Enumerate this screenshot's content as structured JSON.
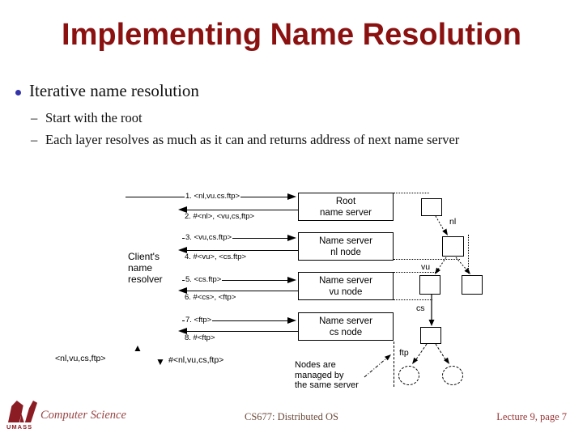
{
  "slide": {
    "title": "Implementing Name Resolution",
    "bullet": {
      "text": "Iterative name resolution"
    },
    "sub_bullets": [
      {
        "marker": "–",
        "text": "Start with the root"
      },
      {
        "marker": "–",
        "text": "Each layer resolves as much as it can and returns address of next name server"
      }
    ]
  },
  "diagram": {
    "client_label_lines": [
      "Client's",
      "name",
      "resolver"
    ],
    "messages": [
      {
        "label": "1. <nl,vu.cs.ftp>",
        "direction": "right"
      },
      {
        "label": "2. #<nl>, <vu,cs,ftp>",
        "direction": "left"
      },
      {
        "label": "3. <vu,cs.ftp>",
        "direction": "right"
      },
      {
        "label": "4. #<vu>, <cs.ftp>",
        "direction": "left"
      },
      {
        "label": "5. <cs.ftp>",
        "direction": "right"
      },
      {
        "label": "6. #<cs>, <ftp>",
        "direction": "left"
      },
      {
        "label": "7. <ftp>",
        "direction": "right"
      },
      {
        "label": "8. #<ftp>",
        "direction": "left"
      }
    ],
    "servers": [
      {
        "line1": "Root",
        "line2": "name server"
      },
      {
        "line1": "Name server",
        "line2": "nl node"
      },
      {
        "line1": "Name server",
        "line2": "vu node"
      },
      {
        "line1": "Name server",
        "line2": "cs node"
      }
    ],
    "tree": {
      "edge_labels": {
        "nl": "nl",
        "vu": "vu",
        "cs": "cs",
        "ftp": "ftp"
      }
    },
    "bottom_labels": {
      "query": "<nl,vu,cs,ftp>",
      "result": "#<nl,vu,cs,ftp>",
      "up_arrow": "▲",
      "down_arrow": "▼"
    },
    "note_lines": [
      "Nodes are",
      "managed by",
      "the same server"
    ]
  },
  "footer": {
    "logo_text": "UMASS",
    "department": "Computer Science",
    "course": "CS677: Distributed OS",
    "page": "Lecture 9, page 7"
  },
  "colors": {
    "title_red": "#8b1111",
    "footer_red": "#993333",
    "bullet_dot_blue": "#3333aa",
    "logo_maroon": "#8b1c24"
  }
}
